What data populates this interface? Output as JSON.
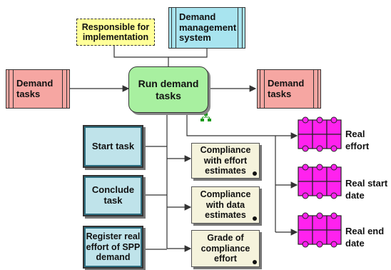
{
  "actor": {
    "label": "Responsible for implementation"
  },
  "system": {
    "label": "Demand management system"
  },
  "inputs": {
    "label": "Demand tasks"
  },
  "main": {
    "label": "Run demand tasks"
  },
  "outputs": {
    "label": "Demand tasks"
  },
  "tasks": [
    {
      "label": "Start task"
    },
    {
      "label": "Conclude task"
    },
    {
      "label": "Register real effort of SPP demand"
    }
  ],
  "notes": [
    {
      "label": "Compliance with effort estimates"
    },
    {
      "label": "Compliance with data estimates"
    },
    {
      "label": "Grade of compliance effort"
    }
  ],
  "results": [
    {
      "label": "Real effort"
    },
    {
      "label": "Real start date"
    },
    {
      "label": "Real end date"
    }
  ],
  "colors": {
    "system": "#a8e4ef",
    "actor": "#ffff99",
    "external": "#f6a6a2",
    "main": "#a8f0a0",
    "task": "#bfe3ea",
    "note": "#f5f3dc",
    "puzzle": "#ff22ee"
  }
}
